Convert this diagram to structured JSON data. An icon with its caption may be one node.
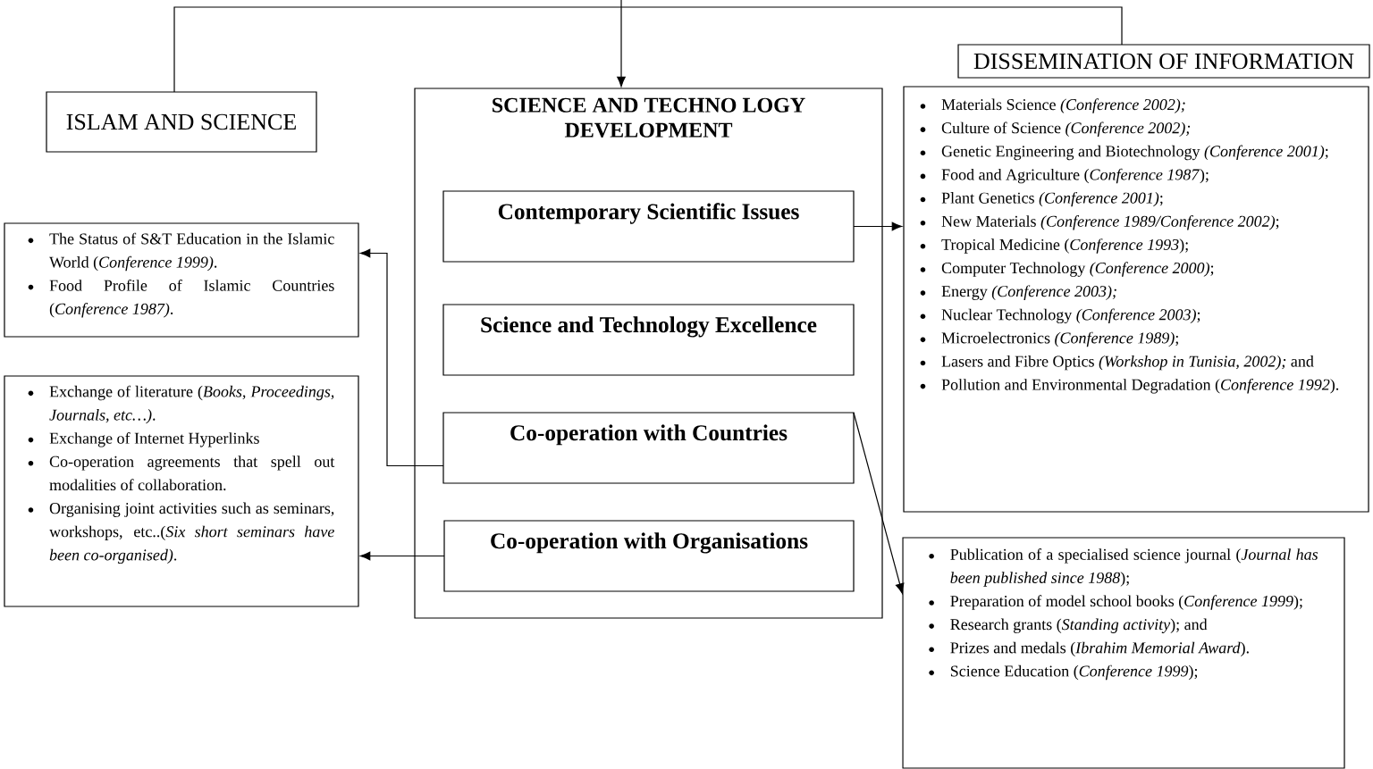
{
  "diagram": {
    "nodes": [
      {
        "text": [
          "ISLAM AND SCIENCE"
        ]
      },
      {
        "text": [
          "DISSEMINATION OF INFORMATION"
        ]
      },
      {
        "text": [
          "SCIENCE AND TECHNO LOGY DEVELOPMENT"
        ]
      },
      {
        "text": [
          "Contemporary Scientific Issues"
        ],
        "in": 2
      },
      {
        "text": [
          "Science and Technology Excellence"
        ],
        "in": 2
      },
      {
        "text": [
          "Co-operation with Countries"
        ],
        "in": 2
      },
      {
        "text": [
          "Co-operation with Organisations"
        ],
        "in": 2
      },
      {
        "text": [
          "The Status of S&T Education in the Islamic World (*Conference 1999)*.",
          "Food Profile of Islamic Countries (*Conference 1987)*."
        ]
      },
      {
        "text": [
          "Exchange of literature (*Books, Proceedings, Journals, etc…)*.",
          "Exchange of Internet Hyperlinks",
          "Co-operation agreements that spell out modalities of collaboration.",
          "Organising joint activities such as seminars, workshops, etc..(*Six short seminars have been co-organised)*."
        ]
      },
      {
        "text": [
          "Materials Science *(Conference 2002);*",
          "Culture of Science *(Conference 2002);*",
          "Genetic Engineering and Biotechnology *(Conference 2001)*;",
          "Food and Agriculture (*Conference 1987*);",
          "Plant Genetics *(Conference 2001)*;",
          "New Materials *(Conference 1989/Conference 2002)*;",
          "Tropical Medicine (*Conference 1993*);",
          "Computer Technology *(Conference 2000)*;",
          "Energy *(Conference 2003);*",
          "Nuclear Technology *(Conference 2003)*;",
          "Microelectronics *(Conference 1989)*;",
          "Lasers and Fibre Optics *(Workshop in Tunisia, 2002);* and",
          "Pollution and Environmental Degradation (*Conference 1992*)."
        ]
      },
      {
        "text": [
          "Publication of a specialised science journal (*Journal has been published since 1988*);",
          "Preparation of model school books (*Conference 1999*);",
          "Research grants (*Standing activity*); and",
          "Prizes and medals (*Ibrahim Memorial Award*).",
          "Science Education (*Conference 1999*);"
        ]
      }
    ],
    "edges": [
      {
        "from": null,
        "to": 0,
        "arrow": "none"
      },
      {
        "from": null,
        "to": 1,
        "arrow": "none"
      },
      {
        "from": null,
        "to": 2,
        "arrow": "to"
      },
      {
        "from": 3,
        "to": 9,
        "arrow": "to"
      },
      {
        "from": 5,
        "to": 7,
        "arrow": "to"
      },
      {
        "from": 6,
        "to": 8,
        "arrow": "to"
      },
      {
        "from": 5,
        "to": 10,
        "arrow": "to"
      }
    ]
  }
}
